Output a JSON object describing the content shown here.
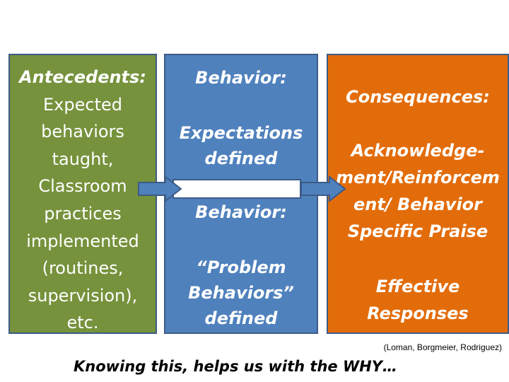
{
  "antecedents": {
    "heading": "Antecedents:",
    "lines": [
      "Expected",
      "behaviors",
      "taught,",
      "Classroom",
      "practices",
      "implemented",
      "(routines,",
      "supervision),",
      "etc."
    ]
  },
  "behavior": {
    "heading": "Behavior:",
    "expectations_lines": [
      "Expectations",
      "defined"
    ],
    "heading2": "Behavior:",
    "problem_lines": [
      "“Problem",
      "Behaviors”",
      "defined"
    ]
  },
  "consequences": {
    "heading": "Consequences:",
    "ack_lines": [
      "Acknowledge-",
      "ment/Reinforcem",
      "ent/ Behavior",
      "Specific Praise"
    ],
    "effective_lines": [
      "Effective",
      "Responses"
    ]
  },
  "citation": "(Loman, Borgmeier, Rodriguez)",
  "footer": "Knowing this, helps us with the WHY…",
  "colors": {
    "antecedents_bg": "#76923c",
    "behavior_bg": "#4f81bd",
    "consequences_bg": "#e36c0a",
    "border": "#3d5b86",
    "text": "#ffffff"
  }
}
